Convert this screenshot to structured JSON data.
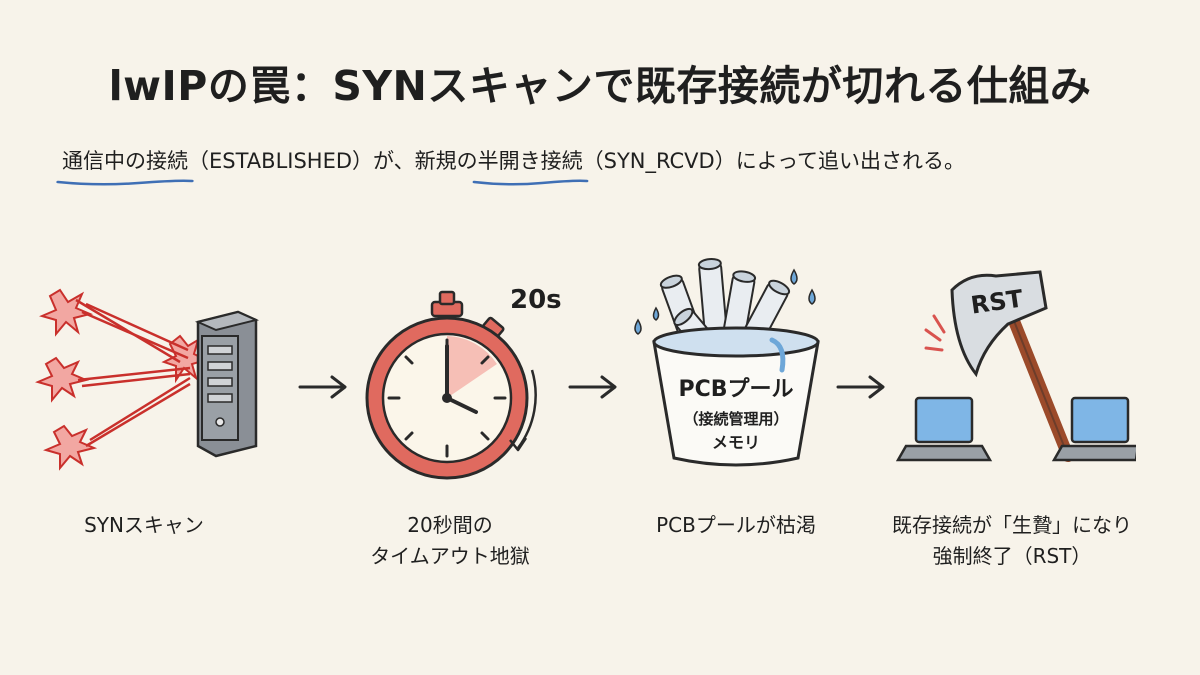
{
  "title": "lwIPの罠：SYNスキャンで既存接続が切れる仕組み",
  "subtitle": {
    "part1": "通信中の接続",
    "part2": "（ESTABLISHED）が、新規の",
    "part3": "半開き接続",
    "part4": "（SYN_RCVD）によって追い出される。"
  },
  "steps": [
    {
      "caption": "SYNスキャン"
    },
    {
      "caption": "20秒間の\nタイムアウト地獄",
      "timer_label": "20s"
    },
    {
      "caption": "PCBプールが枯渇",
      "bucket_line1": "PCBプール",
      "bucket_line2": "（接続管理用）",
      "bucket_line3": "メモリ"
    },
    {
      "caption": "既存接続が「生贄」になり\n強制終了（RST）",
      "axe_label": "RST"
    }
  ],
  "colors": {
    "background": "#f7f3ea",
    "underline": "#3f6fb5",
    "accent_red": "#d9534f",
    "ink": "#1f1f1f"
  }
}
